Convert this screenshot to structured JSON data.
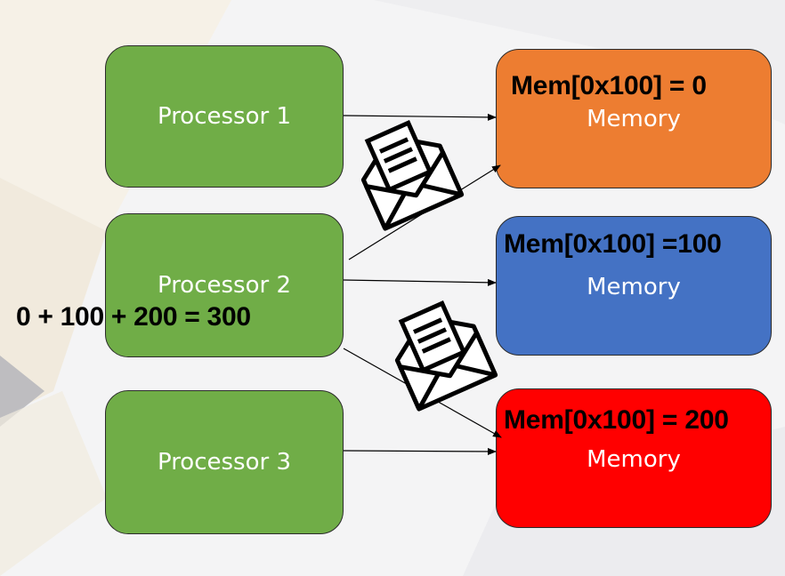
{
  "processors": [
    {
      "label": "Processor 1"
    },
    {
      "label": "Processor 2"
    },
    {
      "label": "Processor 3"
    }
  ],
  "memories": [
    {
      "value": "Mem[0x100] = 0",
      "label": "Memory",
      "color": "#ed7d31"
    },
    {
      "value": "Mem[0x100] =100",
      "label": "Memory",
      "color": "#4472c4"
    },
    {
      "value": "Mem[0x100] = 200",
      "label": "Memory",
      "color": "#ff0000"
    }
  ],
  "sum_text": "0 + 100 + 200 = 300",
  "icons": {
    "message": "envelope-letter-icon"
  }
}
